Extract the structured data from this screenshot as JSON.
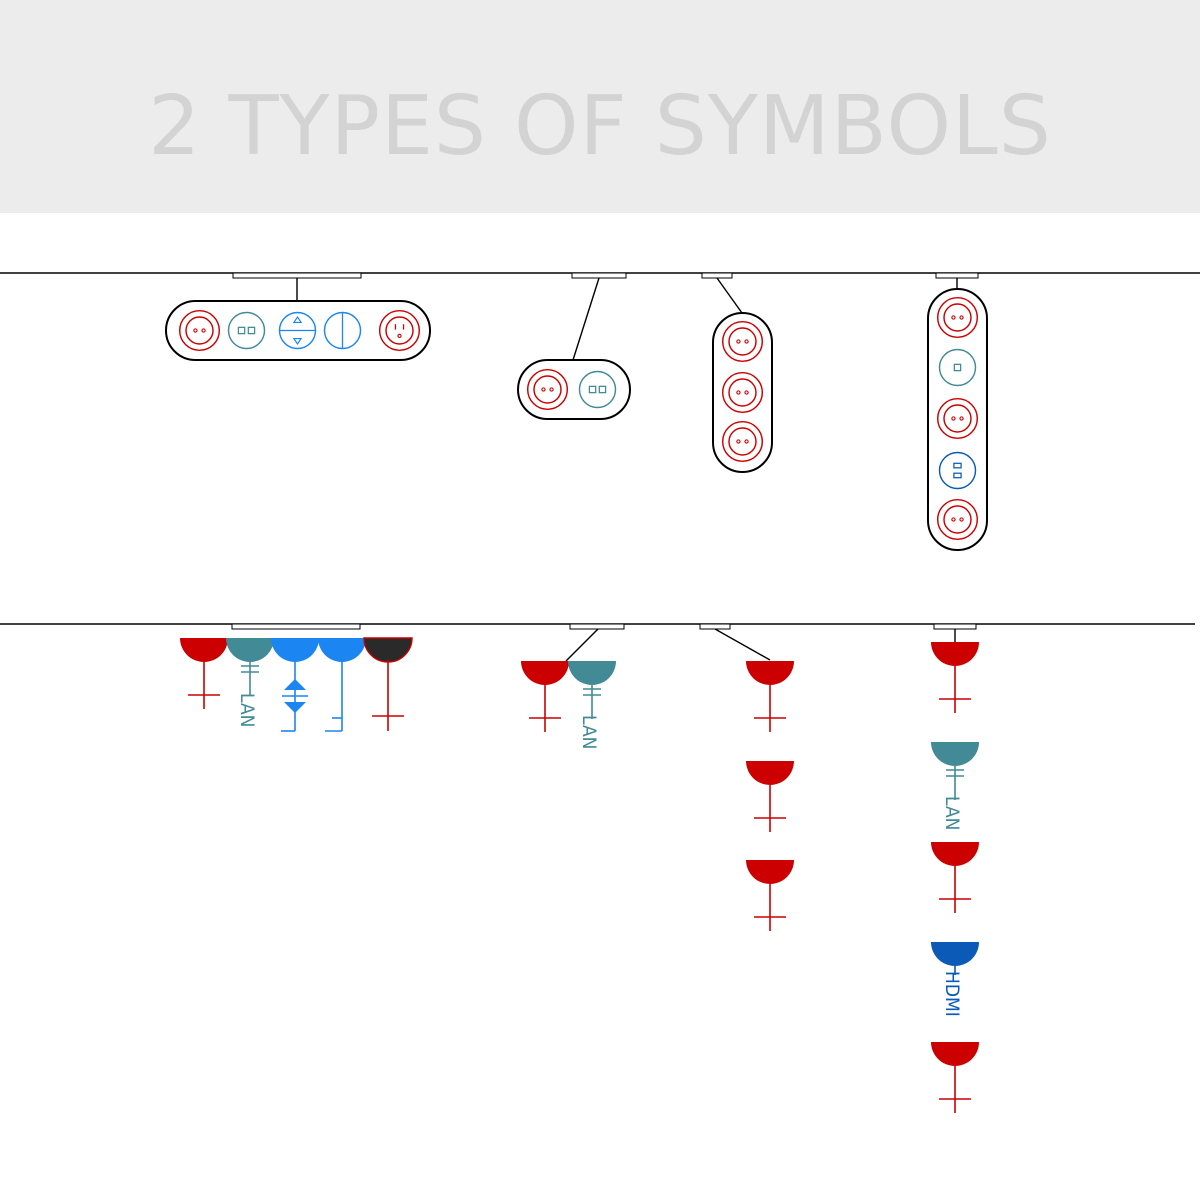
{
  "banner": {
    "title": "2 TYPES OF SYMBOLS"
  },
  "colors": {
    "banner_bg": "#ececec",
    "banner_text": "#d3d3d3",
    "wall": "#000000",
    "power": "#cc0000",
    "lan": "#418a96",
    "control": "#1b86f2",
    "hdmi": "#0b5ab8",
    "dark": "#2a2a2a"
  },
  "labels": {
    "lan": "LAN",
    "hdmi": "HDMI"
  },
  "diagram": {
    "type_1": "outlet plates (plan view)",
    "type_2": "electrical symbols (schematic view)",
    "groups": [
      {
        "name": "group-1",
        "sockets": [
          "power",
          "lan",
          "control",
          "control",
          "power-us"
        ]
      },
      {
        "name": "group-2",
        "sockets": [
          "power",
          "lan"
        ]
      },
      {
        "name": "group-3",
        "sockets": [
          "power",
          "power",
          "power"
        ]
      },
      {
        "name": "group-4",
        "sockets": [
          "power",
          "lan",
          "power",
          "hdmi",
          "power"
        ]
      }
    ]
  }
}
